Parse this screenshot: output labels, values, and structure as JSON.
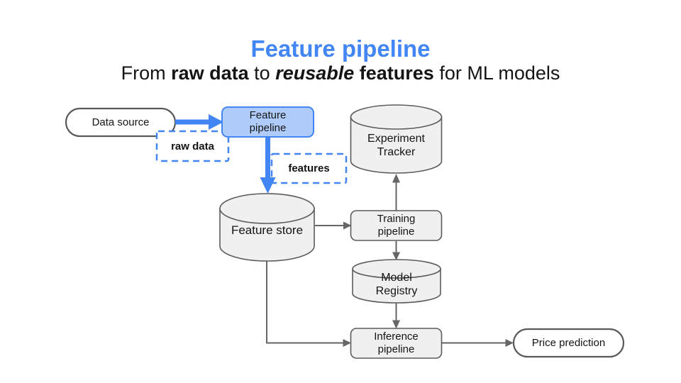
{
  "header": {
    "title": "Feature pipeline",
    "subtitle": {
      "p1": "From ",
      "p2": "raw data",
      "p3": " to ",
      "p4": "reusable",
      "p5": " features",
      "p6": " for ML models"
    }
  },
  "nodes": {
    "data_source": {
      "label": "Data source",
      "shape": "pill"
    },
    "feature_pipeline": {
      "label": "Feature\npipeline",
      "shape": "rounded-rect"
    },
    "experiment_tracker": {
      "label": "Experiment\nTracker",
      "shape": "cylinder"
    },
    "feature_store": {
      "label": "Feature store",
      "shape": "cylinder"
    },
    "training_pipeline": {
      "label": "Training\npipeline",
      "shape": "rounded-rect"
    },
    "model_registry": {
      "label": "Model\nRegistry",
      "shape": "cylinder"
    },
    "inference_pipeline": {
      "label": "Inference\npipeline",
      "shape": "rounded-rect"
    },
    "price_prediction": {
      "label": "Price prediction",
      "shape": "pill"
    }
  },
  "edge_labels": {
    "raw_data": "raw data",
    "features": "features"
  },
  "edges": [
    {
      "from": "Data source",
      "to": "Feature pipeline",
      "style": "blue-bold",
      "label": "raw data"
    },
    {
      "from": "Feature pipeline",
      "to": "Feature store",
      "style": "blue-bold",
      "label": "features"
    },
    {
      "from": "Feature store",
      "to": "Training pipeline",
      "style": "gray"
    },
    {
      "from": "Training pipeline",
      "to": "Experiment Tracker",
      "style": "gray"
    },
    {
      "from": "Training pipeline",
      "to": "Model Registry",
      "style": "gray"
    },
    {
      "from": "Model Registry",
      "to": "Inference pipeline",
      "style": "gray"
    },
    {
      "from": "Feature store",
      "to": "Inference pipeline",
      "style": "gray"
    },
    {
      "from": "Inference pipeline",
      "to": "Price prediction",
      "style": "gray"
    }
  ],
  "colors": {
    "accent_blue": "#4285F4",
    "light_blue_fill": "#AECBFA",
    "node_fill": "#F0F0F0",
    "node_border": "#5B5B5B",
    "arrow_gray": "#666666",
    "title_blue": "#4285F4"
  }
}
